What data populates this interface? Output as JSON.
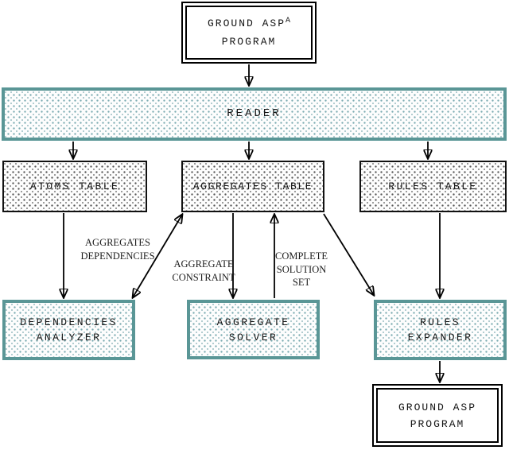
{
  "figure": {
    "colors": {
      "teal_border": "#5a9696",
      "teal_dot": "#79aab0",
      "black_border": "#111111",
      "gray_dot": "#565656"
    },
    "boxes": {
      "input_program": {
        "line1": "GROUND ASP",
        "sup": "A",
        "line2": "PROGRAM"
      },
      "reader": {
        "label": "READER"
      },
      "atoms_table": {
        "label": "ATOMS TABLE"
      },
      "aggregates_table": {
        "label": "AGGREGATES TABLE"
      },
      "rules_table": {
        "label": "RULES TABLE"
      },
      "dependencies_analyzer": {
        "line1": "DEPENDENCIES",
        "line2": "ANALYZER"
      },
      "aggregate_solver": {
        "line1": "AGGREGATE",
        "line2": "SOLVER"
      },
      "rules_expander": {
        "line1": "RULES",
        "line2": "EXPANDER"
      },
      "output_program": {
        "line1": "GROUND ASP",
        "line2": "PROGRAM"
      }
    },
    "edge_labels": {
      "aggregates_dependencies": {
        "line1": "AGGREGATES",
        "line2": "DEPENDENCIES"
      },
      "aggregate_constraint": {
        "line1": "AGGREGATE",
        "line2": "CONSTRAINT"
      },
      "complete_solution_set": {
        "line1": "COMPLETE",
        "line2": "SOLUTION",
        "line3": "SET"
      }
    }
  }
}
